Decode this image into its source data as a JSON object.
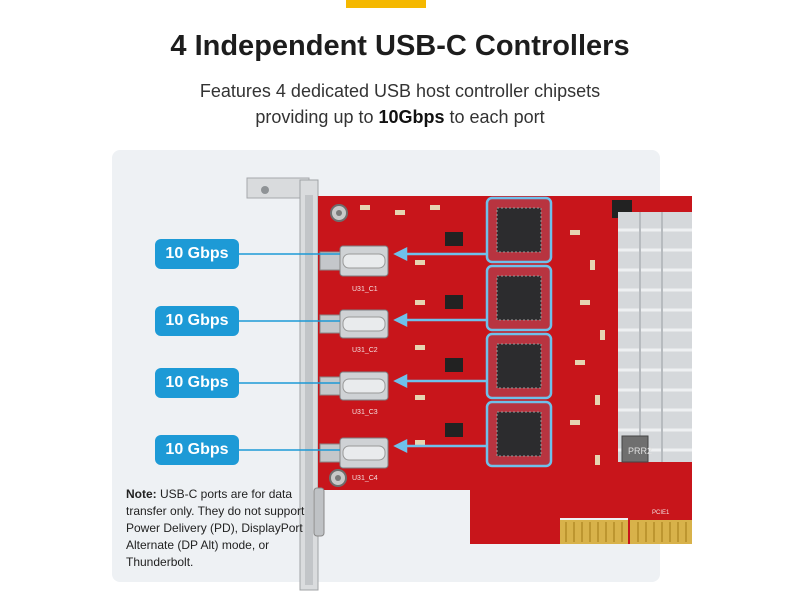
{
  "header": {
    "title": "4 Independent USB-C Controllers",
    "subtitle_line1": "Features 4 dedicated USB host controller chipsets",
    "subtitle_line2_prefix": "providing up to ",
    "subtitle_line2_bold": "10Gbps",
    "subtitle_line2_suffix": " to each port"
  },
  "badges": [
    "10 Gbps",
    "10 Gbps",
    "10 Gbps",
    "10 Gbps"
  ],
  "note": {
    "label": "Note:",
    "text": " USB-C ports are for data transfer only. They do not support Power Delivery (PD), DisplayPort Alternate (DP Alt) mode, or Thunderbolt."
  },
  "board_labels": {
    "ports": [
      "U31_C1",
      "U31_C2",
      "U31_C3",
      "U31_C4"
    ],
    "chip": "PRR2",
    "connector": "PCIE1"
  },
  "colors": {
    "accent": "#f5b800",
    "badge": "#1d9ad6",
    "pcb": "#c8151b",
    "chip_highlight": "#6fc0ea",
    "panel": "#eef1f4"
  }
}
